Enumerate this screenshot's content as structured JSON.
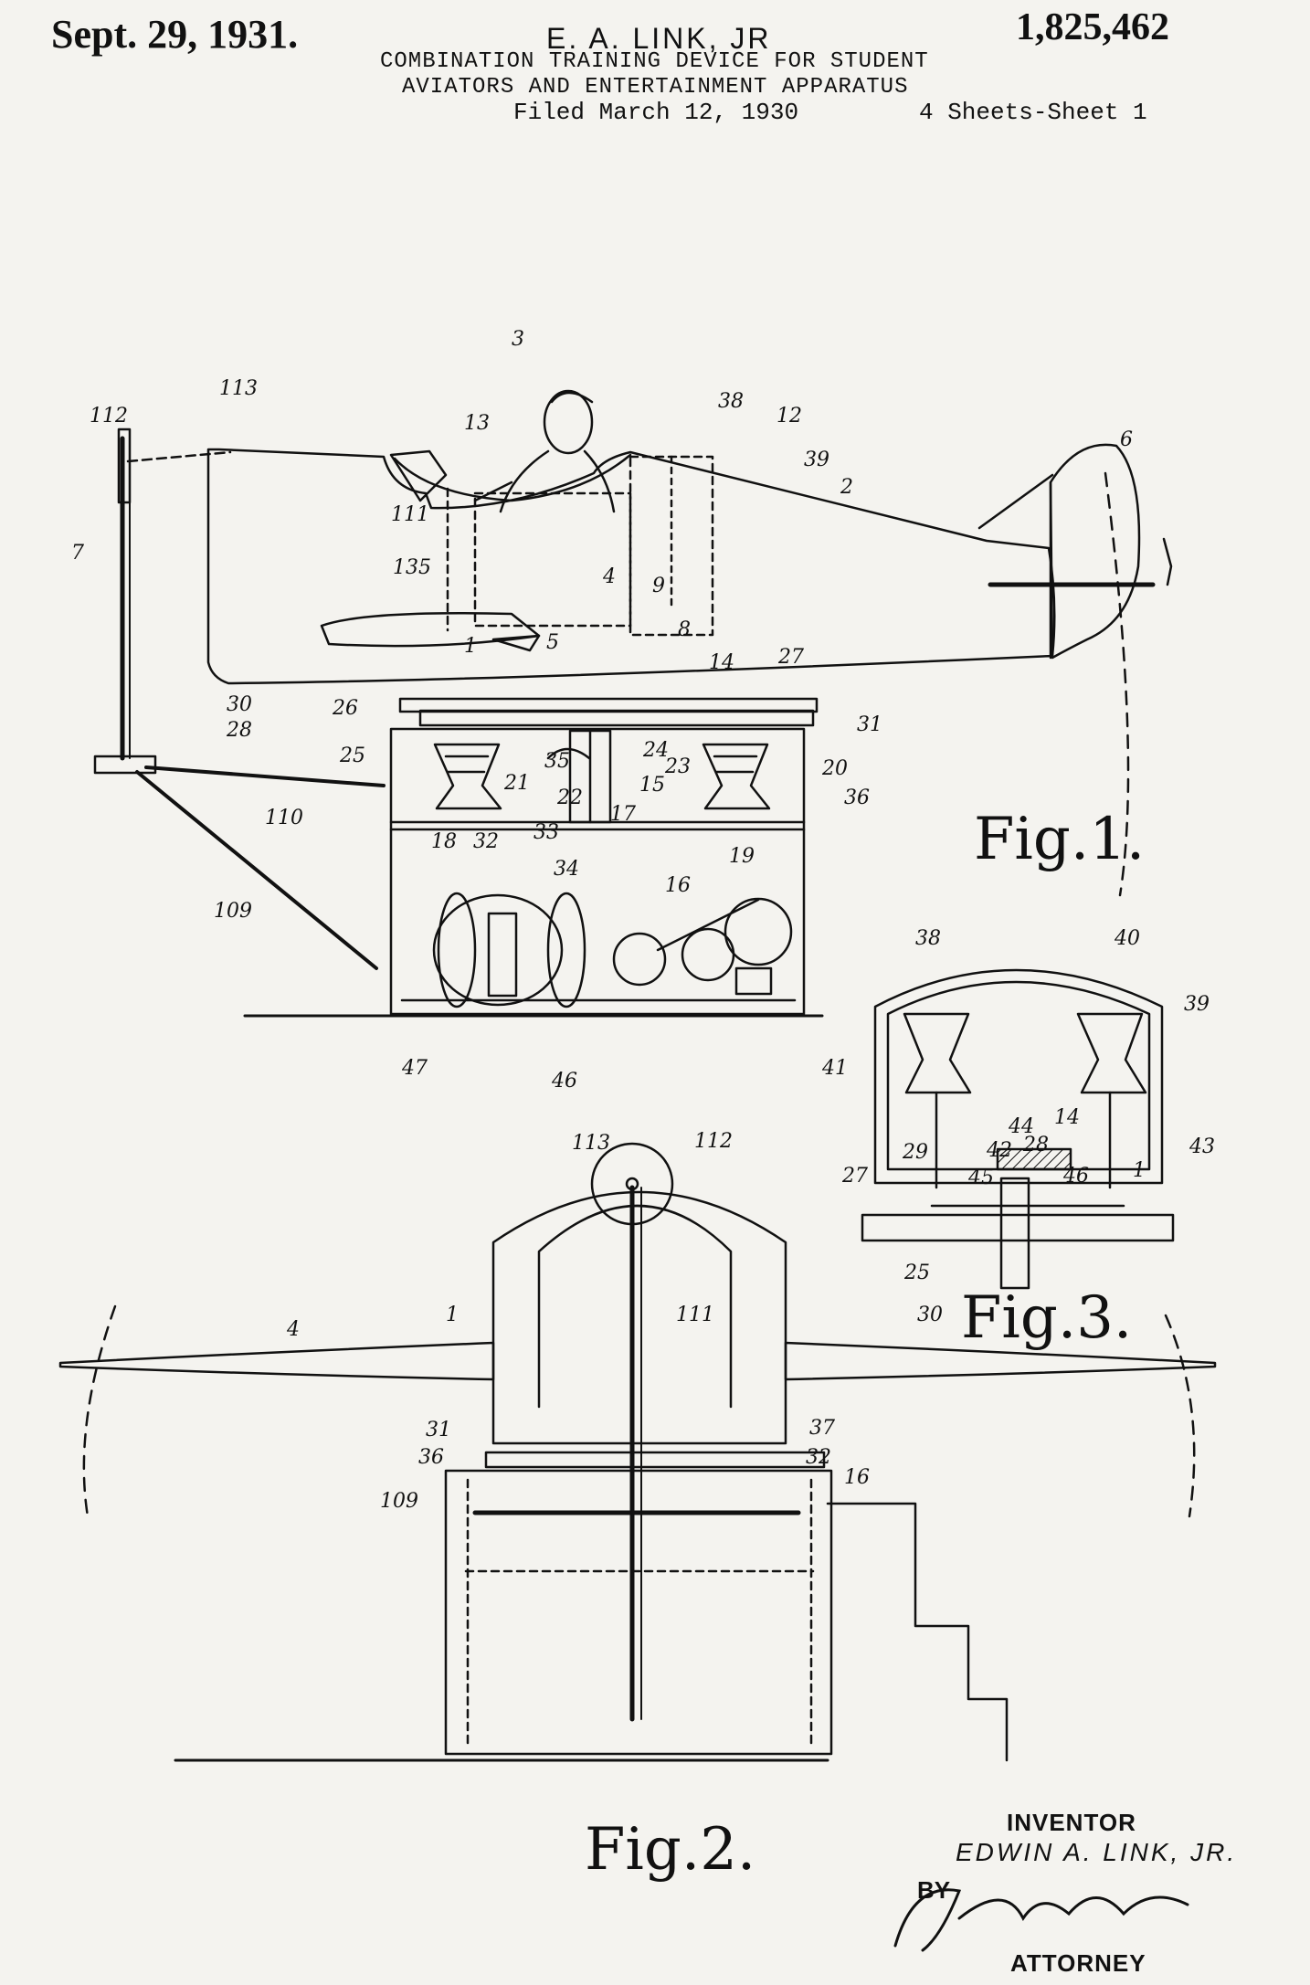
{
  "header": {
    "date": "Sept. 29, 1931.",
    "inventor_header": "E. A. LINK, JR",
    "patent_number": "1,825,462",
    "title_line1": "COMBINATION TRAINING DEVICE FOR STUDENT",
    "title_line2": "AVIATORS AND ENTERTAINMENT APPARATUS",
    "filed": "Filed March 12, 1930",
    "sheets": "4 Sheets-Sheet 1"
  },
  "figures": {
    "fig1_label": "Fig.1.",
    "fig2_label": "Fig.2.",
    "fig3_label": "Fig.3."
  },
  "reference_numerals": {
    "fig1": [
      "3",
      "113",
      "13",
      "38",
      "12",
      "6",
      "112",
      "39",
      "2",
      "7",
      "111",
      "135",
      "4",
      "9",
      "8",
      "14",
      "27",
      "26",
      "30",
      "1",
      "5",
      "28",
      "31",
      "25",
      "35",
      "23",
      "24",
      "21",
      "22",
      "20",
      "15",
      "36",
      "33",
      "17",
      "18",
      "32",
      "34",
      "19",
      "110",
      "16",
      "109",
      "47",
      "46"
    ],
    "fig2": [
      "113",
      "112",
      "111",
      "1",
      "4",
      "30",
      "31",
      "37",
      "36",
      "32",
      "16",
      "109"
    ],
    "fig3": [
      "38",
      "40",
      "39",
      "41",
      "44",
      "14",
      "28",
      "43",
      "29",
      "42",
      "45",
      "46",
      "1",
      "27",
      "25"
    ]
  },
  "signature_block": {
    "inventor_label": "INVENTOR",
    "inventor_name": "EDWIN A. LINK, JR.",
    "by_label": "BY",
    "attorney_label": "ATTORNEY"
  }
}
